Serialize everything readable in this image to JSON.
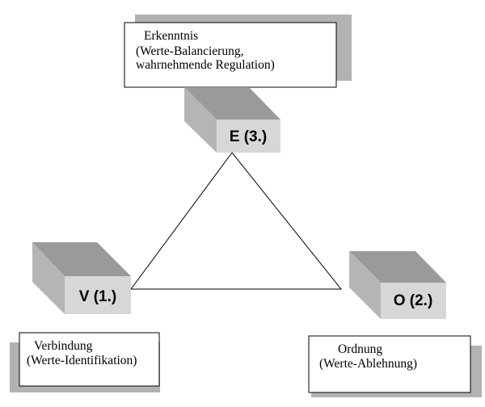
{
  "nodes": {
    "e": {
      "label": "E (3.)",
      "note_lines": [
        "Erkenntnis",
        "(Werte-Balancierung,",
        "wahrnehmende Regulation)"
      ]
    },
    "v": {
      "label": "V (1.)",
      "note_lines": [
        "Verbindung",
        "(Werte-Identifikation)"
      ]
    },
    "o": {
      "label": "O (2.)",
      "note_lines": [
        "Ordnung",
        "(Werte-Ablehnung)"
      ]
    }
  },
  "colors": {
    "box_front": "#d7d7d7",
    "box_top": "#9a9a9a",
    "box_side": "#b5b5b5",
    "note_shadow": "#b2b2b2",
    "lines": "#000000"
  }
}
